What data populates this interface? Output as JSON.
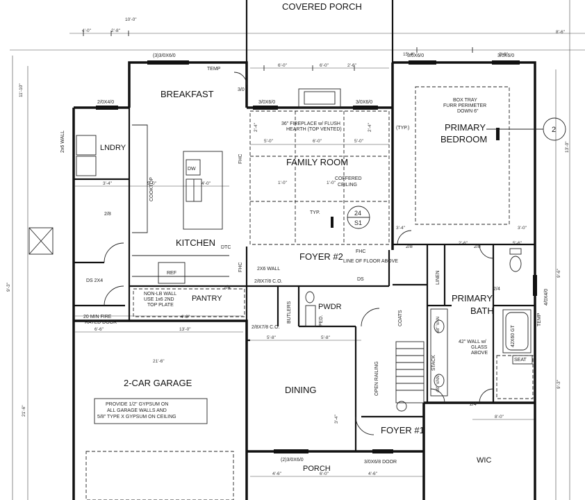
{
  "rooms": {
    "covered_porch": "COVERED PORCH",
    "breakfast": "BREAKFAST",
    "primary_bedroom_1": "PRIMARY",
    "primary_bedroom_2": "BEDROOM",
    "lndry": "LNDRY",
    "family_room": "FAMILY ROOM",
    "kitchen": "KITCHEN",
    "foyer2": "FOYER #2",
    "pantry": "PANTRY",
    "pwdr": "PWDR",
    "primary_bath_1": "PRIMARY",
    "primary_bath_2": "BATH",
    "garage": "2-CAR GARAGE",
    "dining": "DINING",
    "foyer1": "FOYER #1",
    "porch": "PORCH",
    "wic": "WIC"
  },
  "notes": {
    "fireplace_1": "36\" FIREPLACE w/ FLUSH",
    "fireplace_2": "HEARTH (TOP VENTED)",
    "coffered_1": "COFFERED",
    "coffered_2": "CEILING",
    "box_tray_1": "BOX TRAY",
    "box_tray_2": "FURR PERIMETER",
    "box_tray_3": "DOWN 6\"",
    "non_lb_1": "NON-LB WALL",
    "non_lb_2": "USE 1x6 2ND",
    "non_lb_3": "TOP PLATE",
    "garage_1": "PROVIDE 1/2\" GYPSUM ON",
    "garage_2": "ALL GARAGE WALLS AND",
    "garage_3": "5/8\" TYPE X GYPSUM ON CEILING",
    "fire_door_1": "20 MIN FIRE",
    "fire_door_2": "RATED DOOR",
    "glass_1": "42\" WALL w/",
    "glass_2": "GLASS",
    "glass_3": "ABOVE",
    "seat": "SEAT",
    "temp1": "TEMP",
    "temp2": "TEMP",
    "ref": "REF",
    "dw": "DW",
    "cooktop": "COOKTOP",
    "typ1": "TYP.",
    "typ2": "(TYP.)",
    "wall_2x6_a": "2x6 WALL",
    "wall_2x6_b": "2X6 WALL",
    "porch_door": "3/0X6/8 DOOR",
    "porch_window": "(2)3/0X6/0",
    "window_top": "(3)3/0X6/0",
    "window_fr_l": "3/0X6/0",
    "window_fr_r": "3/0X6/0",
    "window_bed": "3/0X6/0",
    "window_lndry": "2/0X4/0",
    "window_bed_r": "3/0X6/0",
    "window_bath": "4/0X4/0",
    "tub": "42X60 GT",
    "callout_circle": "2",
    "section_num": "24",
    "section_den": "S1",
    "open_railing": "OPEN RAILING",
    "line_of_floor": "LINE OF FLOOR ABOVE",
    "coats": "COATS",
    "butlers": "BUTLERS",
    "ped": "PED.",
    "stack": "STACK",
    "linen": "LINEN",
    "fhc": "FHC",
    "ds": "DS",
    "dtc": "DTC",
    "ds_2x4": "DS 2X4",
    "co": "2/8X7/8 C.O.",
    "co2": "2/8X7/8 C.O.",
    "d_2_4": "2/4",
    "d_2_8": "2/8",
    "d_3_0": "3/0"
  },
  "dims": {
    "d1": "4'-0\"",
    "d2": "2'-8\"",
    "d3": "6'-0\"",
    "d4": "2'-6\"",
    "d5": "1'-0\"",
    "d6": "9'-6\"",
    "d7": "10'-0\"",
    "d8": "3'-4\"",
    "d9": "5'-0\"",
    "d10": "5'-8\"",
    "d11": "13'-0\"",
    "d12": "4'-6\"",
    "d13": "15'-4\"",
    "d14": "21'-6\"",
    "d15": "6'-6\"",
    "d16": "8'-0\"",
    "d17": "13'-0\"",
    "d18": "11'-10\"",
    "d19": "4'-8\"",
    "d20": "9'-3\"",
    "d21": "5'-6\"",
    "d22": "2'-4\"",
    "d23": "48\" VAN",
    "d24": "48\" VAN",
    "d25": "3'-4\"",
    "d26": "3'-0\"",
    "d27": "8'-6\""
  }
}
